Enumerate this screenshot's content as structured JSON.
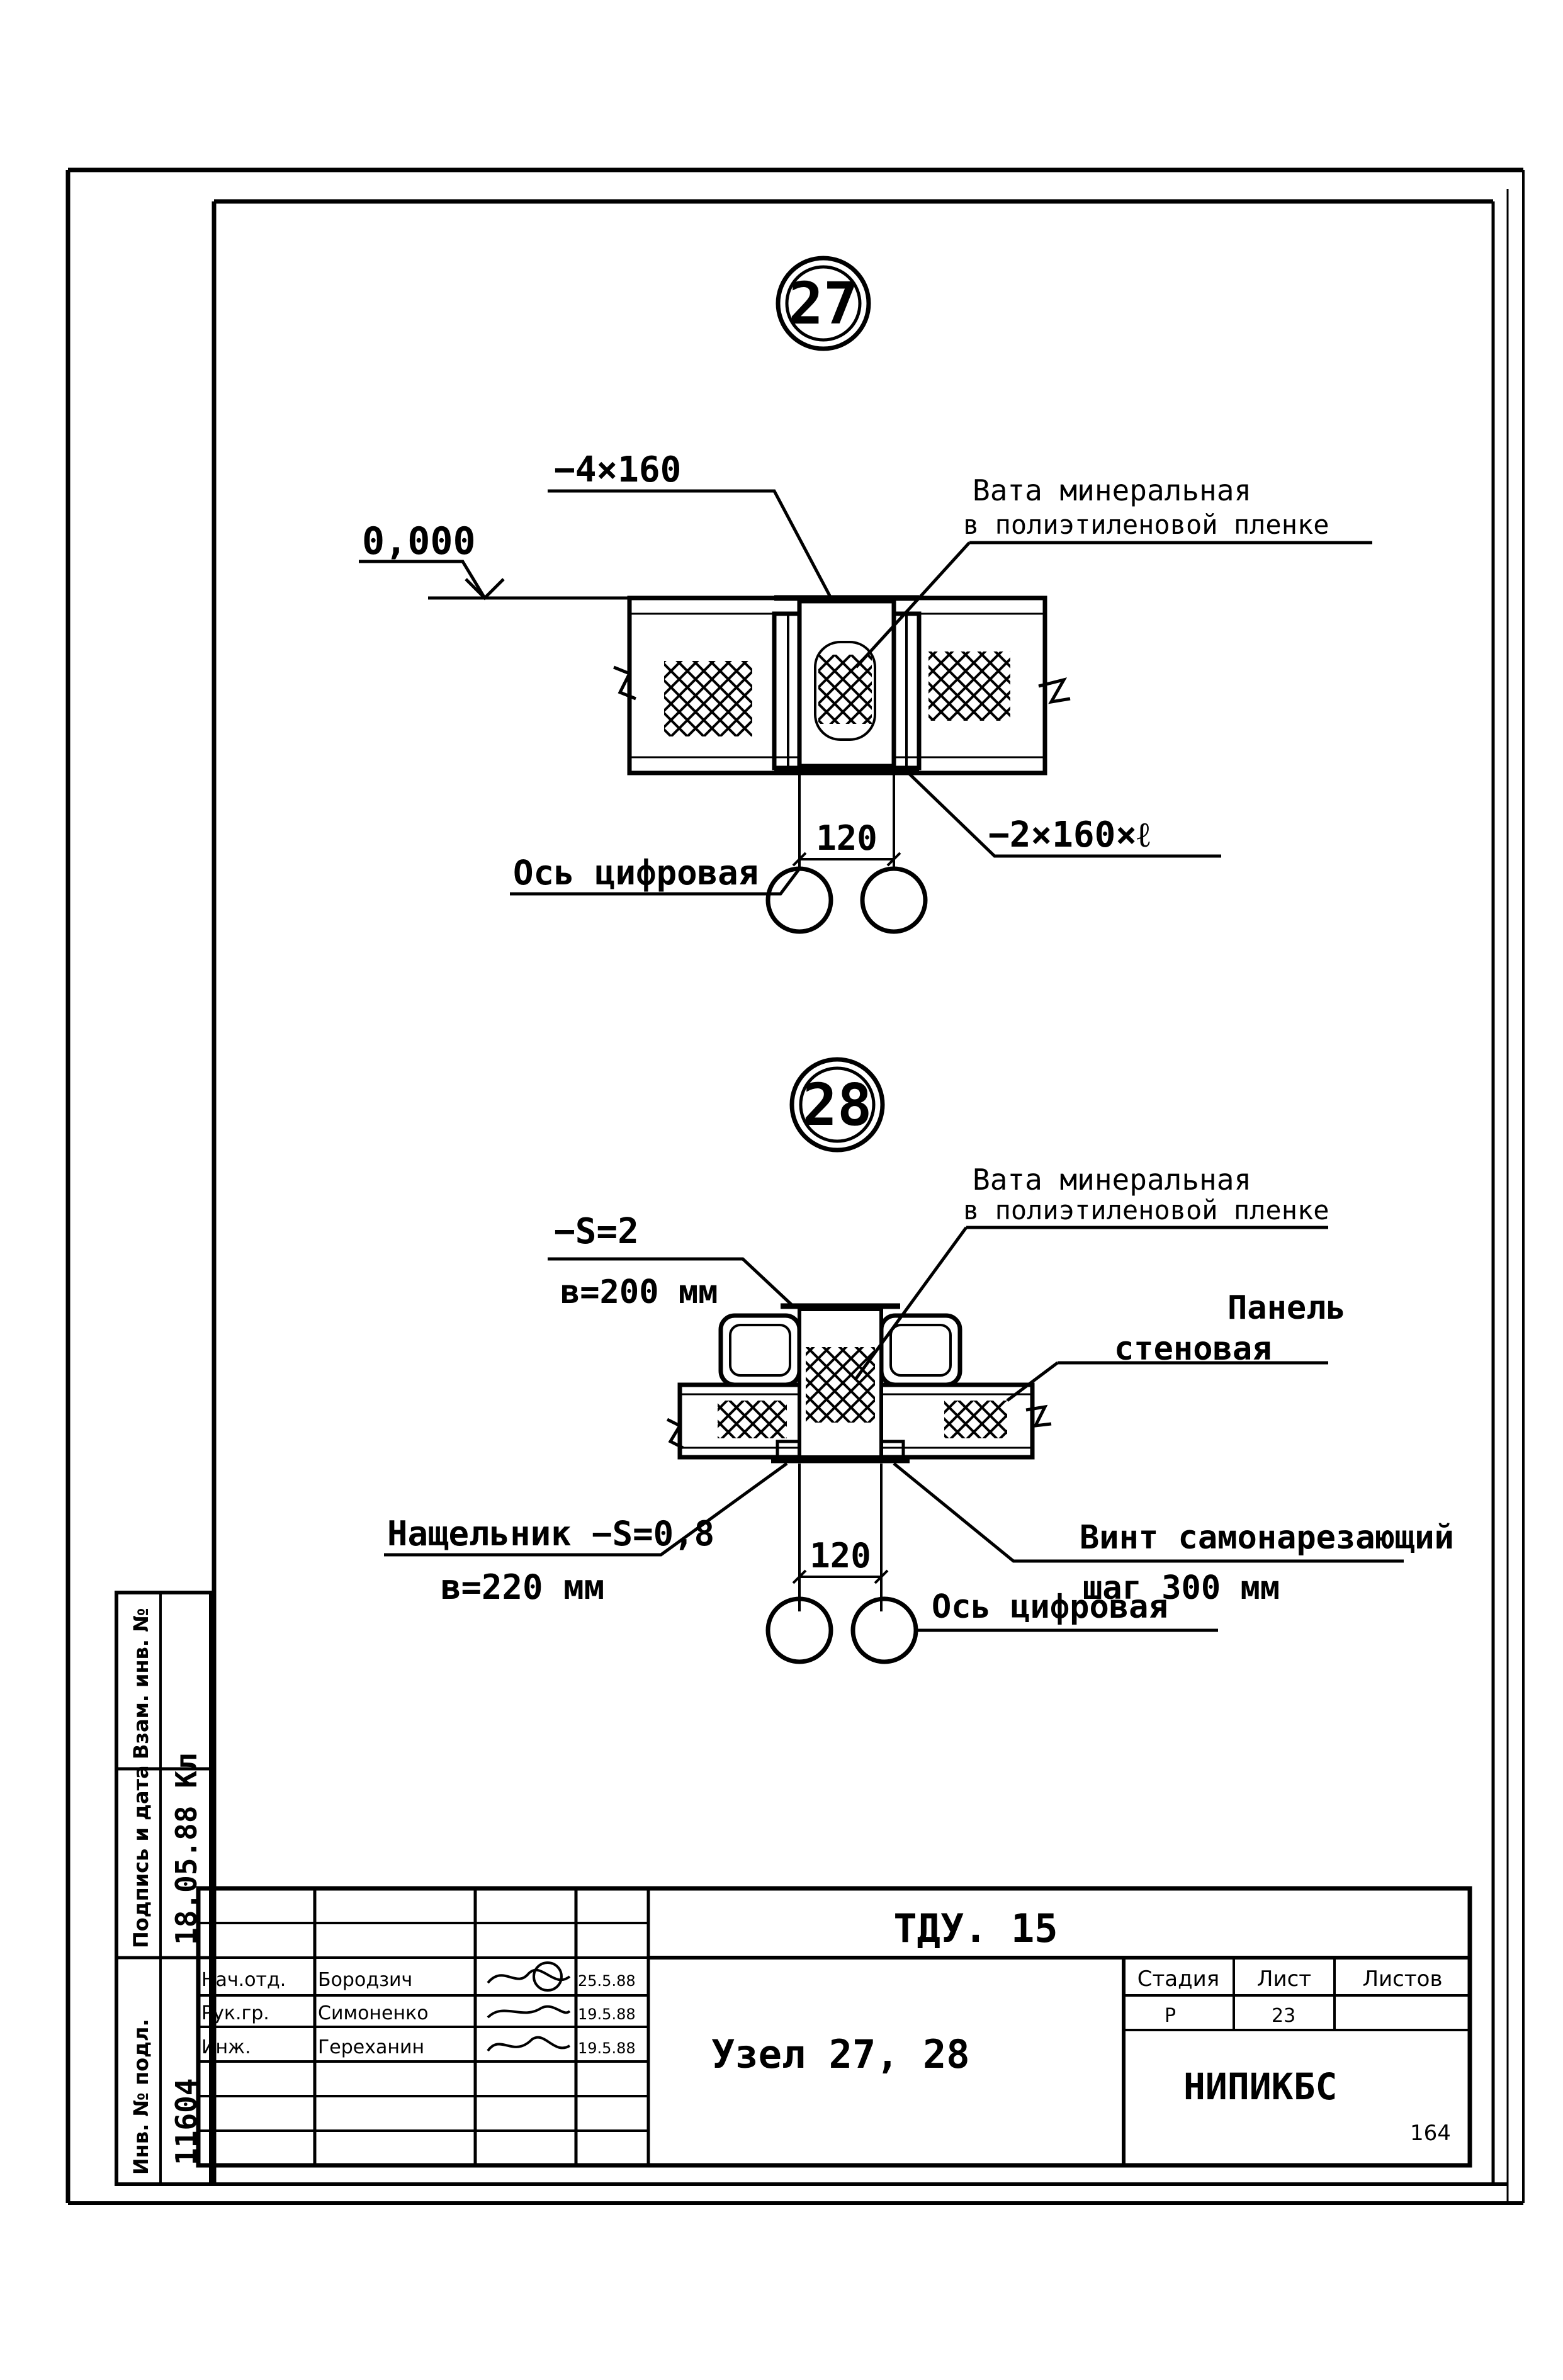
{
  "node27": {
    "number": "27",
    "label_plate_top": "−4×160",
    "label_level": "0,000",
    "label_wool_line1": "Вата минеральная",
    "label_wool_line2": "в полиэтиленовой пленке",
    "label_plate_bottom": "−2×160×ℓ",
    "dim": "120",
    "label_axis": "Ось цифровая"
  },
  "node28": {
    "number": "28",
    "label_wool_line1": "Вата минеральная",
    "label_wool_line2": "в полиэтиленовой пленке",
    "label_strip_line1": "−S=2",
    "label_strip_line2": "в=200 мм",
    "label_panel_line1": "Панель",
    "label_panel_line2": "стеновая",
    "label_cover_line1": "Нащельник −S=0,8",
    "label_cover_line2": "в=220 мм",
    "label_screw_line1": "Винт самонарезающий",
    "label_screw_line2": "шаг 300 мм",
    "dim": "120",
    "label_axis": "Ось цифровая"
  },
  "side_stamp": {
    "col1_header": "Инв. № подл.",
    "col1_value": "11604",
    "col2_header": "Подпись и дата",
    "col2_value": "18.05.88 Кл",
    "col3_header": "Взам. инв. №"
  },
  "title_block": {
    "doc_code": "ТДУ. 15",
    "title": "Узел 27, 28",
    "rows": [
      {
        "role": "Нач.отд.",
        "name": "Бородзич",
        "date": "25.5.88"
      },
      {
        "role": "Рук.гр.",
        "name": "Симоненко",
        "date": "19.5.88"
      },
      {
        "role": "Инж.",
        "name": "Гереханин",
        "date": "19.5.88"
      }
    ],
    "stage_header": "Стадия",
    "sheet_header": "Лист",
    "sheets_header": "Листов",
    "stage_value": "Р",
    "sheet_value": "23",
    "org": "НИПИКБС",
    "page_number": "164"
  }
}
